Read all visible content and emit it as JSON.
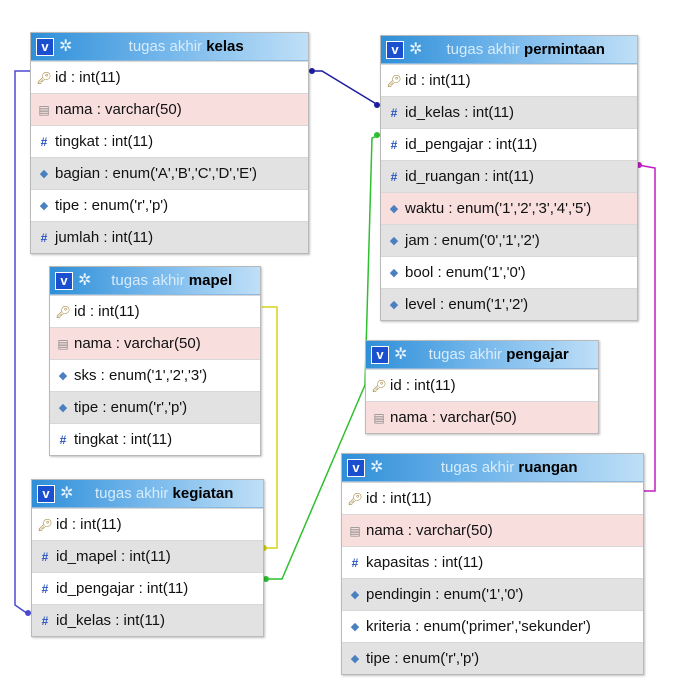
{
  "tables": {
    "kelas": {
      "database": "tugas akhir",
      "name": "kelas",
      "columns": [
        {
          "text": "id : int(11)",
          "icon": "key-icon"
        },
        {
          "text": "nama : varchar(50)",
          "icon": "text-field-icon"
        },
        {
          "text": "tingkat : int(11)",
          "icon": "number-field-icon"
        },
        {
          "text": "bagian : enum('A','B','C','D','E')",
          "icon": "enum-field-icon"
        },
        {
          "text": "tipe : enum('r','p')",
          "icon": "enum-field-icon"
        },
        {
          "text": "jumlah : int(11)",
          "icon": "number-field-icon"
        }
      ]
    },
    "mapel": {
      "database": "tugas akhir",
      "name": "mapel",
      "columns": [
        {
          "text": "id : int(11)",
          "icon": "key-icon"
        },
        {
          "text": "nama : varchar(50)",
          "icon": "text-field-icon"
        },
        {
          "text": "sks : enum('1','2','3')",
          "icon": "enum-field-icon"
        },
        {
          "text": "tipe : enum('r','p')",
          "icon": "enum-field-icon"
        },
        {
          "text": "tingkat : int(11)",
          "icon": "number-field-icon"
        }
      ]
    },
    "kegiatan": {
      "database": "tugas akhir",
      "name": "kegiatan",
      "columns": [
        {
          "text": "id : int(11)",
          "icon": "key-icon"
        },
        {
          "text": "id_mapel : int(11)",
          "icon": "number-field-icon"
        },
        {
          "text": "id_pengajar : int(11)",
          "icon": "number-field-icon"
        },
        {
          "text": "id_kelas : int(11)",
          "icon": "number-field-icon"
        }
      ]
    },
    "permintaan": {
      "database": "tugas akhir",
      "name": "permintaan",
      "columns": [
        {
          "text": "id : int(11)",
          "icon": "key-icon"
        },
        {
          "text": "id_kelas : int(11)",
          "icon": "number-field-icon"
        },
        {
          "text": "id_pengajar : int(11)",
          "icon": "number-field-icon"
        },
        {
          "text": "id_ruangan : int(11)",
          "icon": "number-field-icon"
        },
        {
          "text": "waktu : enum('1','2','3','4','5')",
          "icon": "enum-field-icon"
        },
        {
          "text": "jam : enum('0','1','2')",
          "icon": "enum-field-icon"
        },
        {
          "text": "bool : enum('1','0')",
          "icon": "enum-field-icon"
        },
        {
          "text": "level : enum('1','2')",
          "icon": "enum-field-icon"
        }
      ]
    },
    "pengajar": {
      "database": "tugas akhir",
      "name": "pengajar",
      "columns": [
        {
          "text": "id : int(11)",
          "icon": "key-icon"
        },
        {
          "text": "nama : varchar(50)",
          "icon": "text-field-icon"
        }
      ]
    },
    "ruangan": {
      "database": "tugas akhir",
      "name": "ruangan",
      "columns": [
        {
          "text": "id : int(11)",
          "icon": "key-icon"
        },
        {
          "text": "nama : varchar(50)",
          "icon": "text-field-icon"
        },
        {
          "text": "kapasitas : int(11)",
          "icon": "number-field-icon"
        },
        {
          "text": "pendingin : enum('1','0')",
          "icon": "enum-field-icon"
        },
        {
          "text": "kriteria : enum('primer','sekunder')",
          "icon": "enum-field-icon"
        },
        {
          "text": "tipe : enum('r','p')",
          "icon": "enum-field-icon"
        }
      ]
    }
  },
  "relations": [
    {
      "from": "kelas.id",
      "to": "permintaan.id_kelas",
      "color": "#1d1d9e"
    },
    {
      "from": "kelas.id",
      "to": "kegiatan.id_kelas",
      "color": "#4a4ad0"
    },
    {
      "from": "mapel.id",
      "to": "kegiatan.id_mapel",
      "color": "#d8d21a"
    },
    {
      "from": "pengajar.id",
      "to": "kegiatan.id_pengajar",
      "color": "#2fbf2f"
    },
    {
      "from": "pengajar.id",
      "to": "permintaan.id_pengajar",
      "color": "#2fbf2f"
    },
    {
      "from": "ruangan.id",
      "to": "permintaan.id_ruangan",
      "color": "#c21bc2"
    }
  ],
  "colors": {
    "header_gradient_start": "#2f8fd8",
    "header_gradient_end": "#bfdff7",
    "highlight_row": "#f9dede",
    "alt_row": "#e2e2e2"
  }
}
